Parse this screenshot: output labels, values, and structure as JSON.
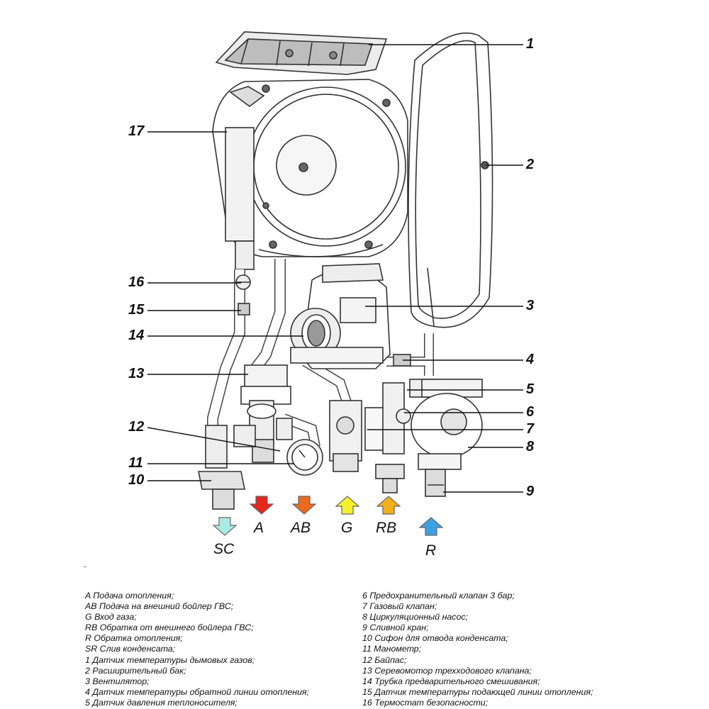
{
  "callouts": [
    "1",
    "2",
    "3",
    "4",
    "5",
    "6",
    "7",
    "8",
    "9",
    "10",
    "11",
    "12",
    "13",
    "14",
    "15",
    "16",
    "17"
  ],
  "ports": [
    {
      "code": "SC",
      "color": "#a9ece4"
    },
    {
      "code": "A",
      "color": "#e8261c"
    },
    {
      "code": "AB",
      "color": "#ec6a1f"
    },
    {
      "code": "G",
      "color": "#f4f02c"
    },
    {
      "code": "RB",
      "color": "#f2b01c"
    },
    {
      "code": "R",
      "color": "#3ea0e4"
    }
  ],
  "legend_left": [
    "A Подача отопления;",
    "AB Подача на внешний бойлер ГВС;",
    "G Вход газа;",
    "RB Обратка от внешнего бойлера ГВС;",
    "R Обратка отопления;",
    "SR Слив конденсата;",
    "1 Датчик температуры дымовых газов;",
    "2 Расширительный бак;",
    "3 Вентилятор;",
    "4 Датчик температуры обратной линии отопления;",
    "5 Датчик давления теплоносителя;"
  ],
  "legend_right": [
    "6 Предохранительный клапан 3 бар;",
    "7 Газовый клапан;",
    "8 Циркуляционный насос;",
    "9 Сливной кран;",
    "10 Сифон для отвода конденсата;",
    "11 Манометр;",
    "12 Байпас;",
    "13 Серевомотор трехходового клапана;",
    "14 Трубка предварительного смешивания;",
    "15 Датчик температуры подающей линии отопления;",
    "16 Термостат безопасности;"
  ]
}
